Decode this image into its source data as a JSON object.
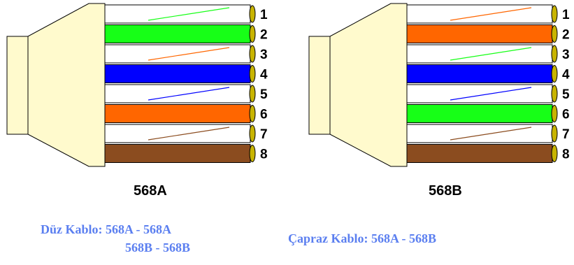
{
  "colors": {
    "green": "#17ff17",
    "orange": "#ff6600",
    "blue": "#0000ff",
    "brown": "#8b4c1f",
    "white": "#ffffff",
    "plug": "#fffacd",
    "contact": "#c8b400",
    "note_text": "#5b7ff0"
  },
  "connectors": [
    {
      "title": "568A",
      "wires": [
        {
          "pin": "1",
          "solid": false,
          "color": "green"
        },
        {
          "pin": "2",
          "solid": true,
          "color": "green"
        },
        {
          "pin": "3",
          "solid": false,
          "color": "orange"
        },
        {
          "pin": "4",
          "solid": true,
          "color": "blue"
        },
        {
          "pin": "5",
          "solid": false,
          "color": "blue"
        },
        {
          "pin": "6",
          "solid": true,
          "color": "orange"
        },
        {
          "pin": "7",
          "solid": false,
          "color": "brown"
        },
        {
          "pin": "8",
          "solid": true,
          "color": "brown"
        }
      ]
    },
    {
      "title": "568B",
      "wires": [
        {
          "pin": "1",
          "solid": false,
          "color": "orange"
        },
        {
          "pin": "2",
          "solid": true,
          "color": "orange"
        },
        {
          "pin": "3",
          "solid": false,
          "color": "green"
        },
        {
          "pin": "4",
          "solid": true,
          "color": "blue"
        },
        {
          "pin": "5",
          "solid": false,
          "color": "blue"
        },
        {
          "pin": "6",
          "solid": true,
          "color": "green"
        },
        {
          "pin": "7",
          "solid": false,
          "color": "brown"
        },
        {
          "pin": "8",
          "solid": true,
          "color": "brown"
        }
      ]
    }
  ],
  "notes": {
    "straight": {
      "line1": "Düz Kablo: 568A - 568A",
      "line2": "568B - 568B"
    },
    "crossover": "Çapraz Kablo: 568A - 568B"
  }
}
